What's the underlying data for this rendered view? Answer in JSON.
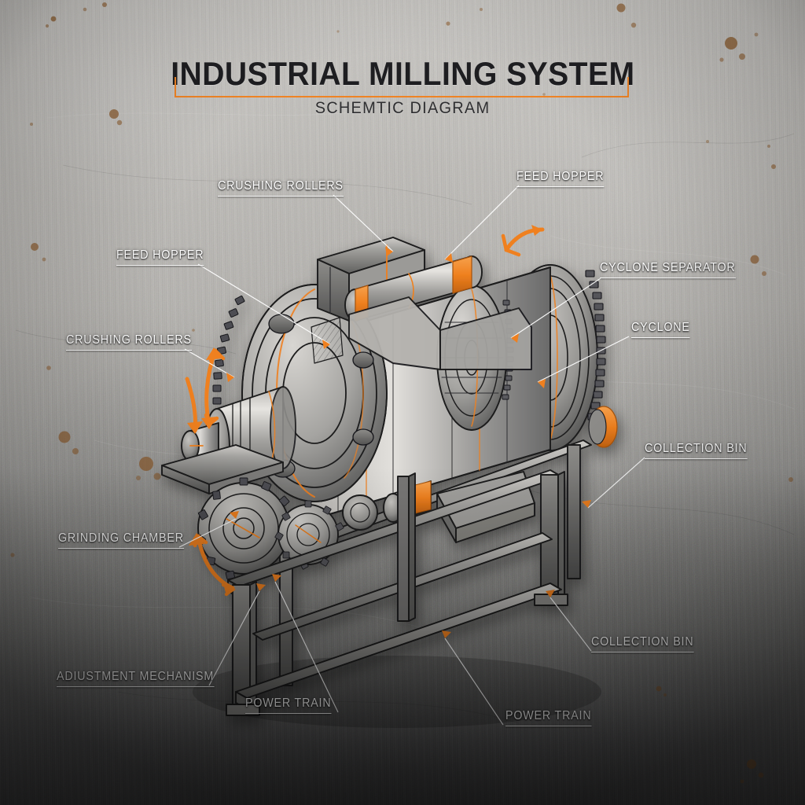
{
  "header": {
    "title": "INDUSTRIAL MILLING SYSTEM",
    "subtitle": "SCHEMTIC DIAGRAM"
  },
  "colors": {
    "accent_orange": "#ef801f",
    "label_text": "#ffffff",
    "title_text": "#17171a",
    "metal_light": "#c3c1bd",
    "metal_dark": "#4a4a4b",
    "ink_outline": "#1b1b1d",
    "rust": "#8a5a2c"
  },
  "callouts": [
    {
      "id": "crushing-rollers-top",
      "label": "CRUSHING ROLLERS"
    },
    {
      "id": "feed-hopper-top-right",
      "label": "FEED HOPPER"
    },
    {
      "id": "feed-hopper-left",
      "label": "FEED HOPPER"
    },
    {
      "id": "cyclone-separator",
      "label": "CYCLONE SEPARATOR"
    },
    {
      "id": "crushing-rollers-left",
      "label": "CRUSHING ROLLERS"
    },
    {
      "id": "cyclone",
      "label": "CYCLONE"
    },
    {
      "id": "collection-bin-right",
      "label": "COLLECTION BIN"
    },
    {
      "id": "grinding-chamber",
      "label": "GRINDING CHAMBER"
    },
    {
      "id": "collection-bin-bottom",
      "label": "COLLECTION BIN"
    },
    {
      "id": "adjustment-mechanism",
      "label": "ADIUSTMENT MECHANISM"
    },
    {
      "id": "power-train-left",
      "label": "POWER TRAIN"
    },
    {
      "id": "power-train-bottom",
      "label": "POWER TRAIN"
    }
  ],
  "motion_arrows": [
    {
      "id": "rotation-arrow-upper-right",
      "kind": "curved-arrow-ccw"
    },
    {
      "id": "rotation-arrow-left",
      "kind": "double-headed-curved-arrow"
    },
    {
      "id": "rotation-arrow-lower-left",
      "kind": "double-headed-curved-arrow"
    },
    {
      "id": "feed-arrow-down",
      "kind": "curved-arrow-down"
    }
  ]
}
